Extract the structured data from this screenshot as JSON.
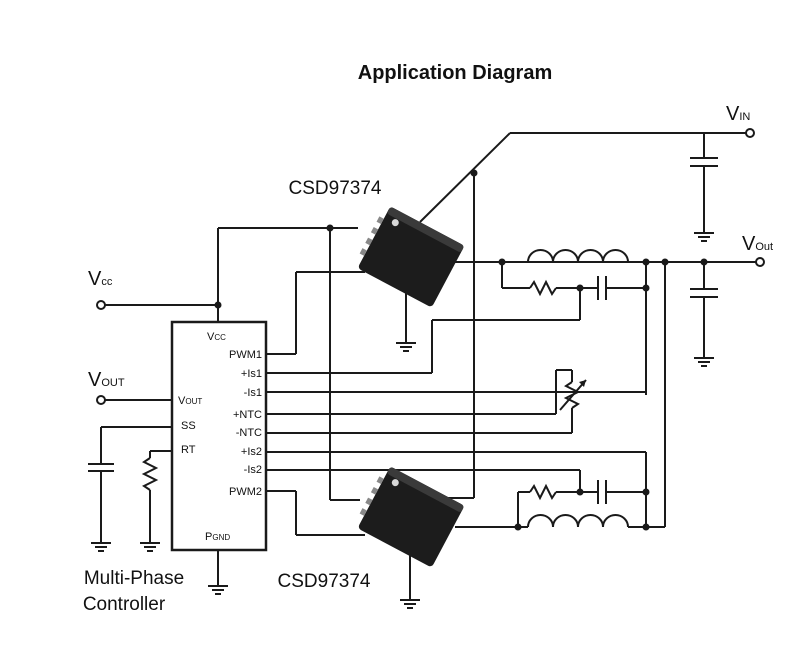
{
  "title": "Application Diagram",
  "ports": {
    "vin_main": "V",
    "vin_sub": "IN",
    "vout_main": "V",
    "vout_sub": "Out",
    "vcc_main": "V",
    "vcc_sub": "cc",
    "vout_in_main": "V",
    "vout_in_sub": "OUT"
  },
  "controller": {
    "label_line1": "Multi-Phase",
    "label_line2": "Controller",
    "pins": {
      "vcc_main": "V",
      "vcc_sub": "CC",
      "vout_main": "V",
      "vout_sub": "OUT",
      "ss": "SS",
      "rt": "RT",
      "pgnd_main": "P",
      "pgnd_sub": "GND",
      "pwm1": "PWM1",
      "is1_plus": "+Is1",
      "is1_minus": "-Is1",
      "ntc_plus": "+NTC",
      "ntc_minus": "-NTC",
      "is2_plus": "+Is2",
      "is2_minus": "-Is2",
      "pwm2": "PWM2"
    }
  },
  "chips": {
    "top": "CSD97374",
    "bottom": "CSD97374"
  }
}
